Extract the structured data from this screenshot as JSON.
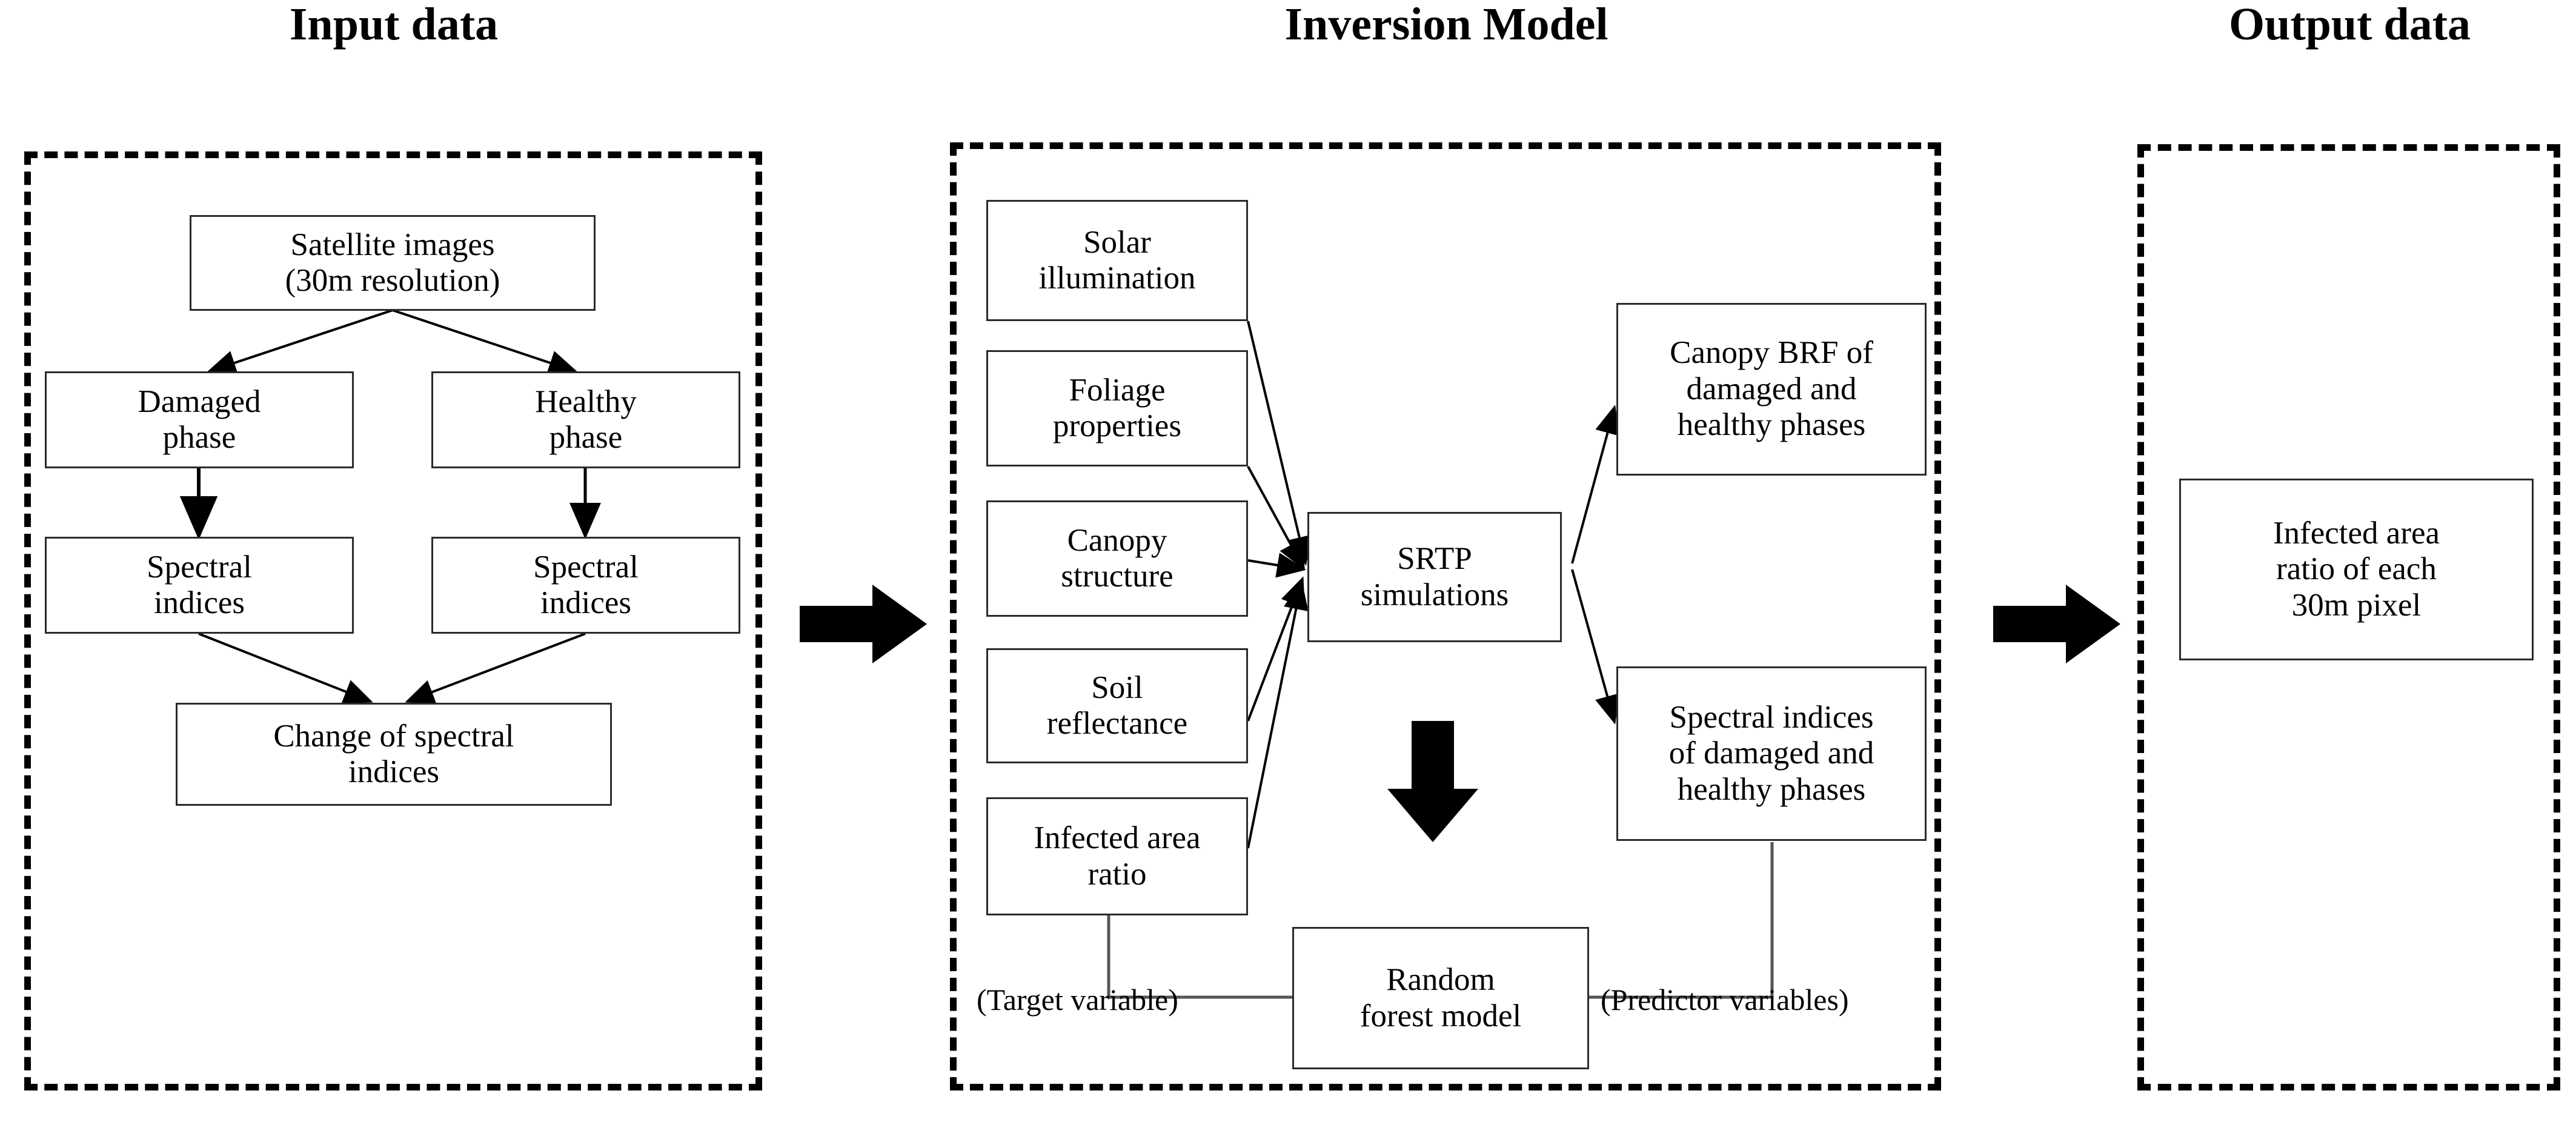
{
  "figure": {
    "type": "flowchart",
    "background": "#ffffff",
    "line_color": "#000000",
    "box_border_color": "#2b2b2b"
  },
  "titles": {
    "input": "Input data",
    "inversion": "Inversion Model",
    "output": "Output data"
  },
  "input_panel": {
    "nodes": {
      "satellite": "Satellite images\n(30m resolution)",
      "satellite_line1": "Satellite images",
      "satellite_line2": "(30m resolution)",
      "damaged_phase_line1": "Damaged",
      "damaged_phase_line2": "phase",
      "healthy_phase_line1": "Healthy",
      "healthy_phase_line2": "phase",
      "spectral_left_line1": "Spectral",
      "spectral_left_line2": "indices",
      "spectral_right_line1": "Spectral",
      "spectral_right_line2": "indices",
      "change_line1": "Change of spectral",
      "change_line2": "indices"
    }
  },
  "inversion_panel": {
    "inputs": [
      {
        "line1": "Solar",
        "line2": "illumination"
      },
      {
        "line1": "Foliage",
        "line2": "properties"
      },
      {
        "line1": "Canopy",
        "line2": "structure"
      },
      {
        "line1": "Soil",
        "line2": "reflectance"
      },
      {
        "line1": "Infected area",
        "line2": "ratio"
      }
    ],
    "core": {
      "line1": "SRTP",
      "line2": "simulations"
    },
    "outputs": [
      {
        "line1": "Canopy BRF of",
        "line2": "damaged and",
        "line3": "healthy phases"
      },
      {
        "line1": "Spectral indices",
        "line2": "of damaged and",
        "line3": "healthy phases"
      }
    ],
    "model": {
      "line1": "Random",
      "line2": "forest model"
    },
    "annotations": {
      "target": "(Target variable)",
      "predictor": "(Predictor variables)"
    }
  },
  "output_panel": {
    "node": {
      "line1": "Infected area",
      "line2": "ratio of each",
      "line3": "30m pixel"
    }
  },
  "icons": {
    "flow_arrow_1": "right-block-arrow-icon",
    "flow_arrow_2": "right-block-arrow-icon",
    "down_arrow": "down-block-arrow-icon"
  }
}
